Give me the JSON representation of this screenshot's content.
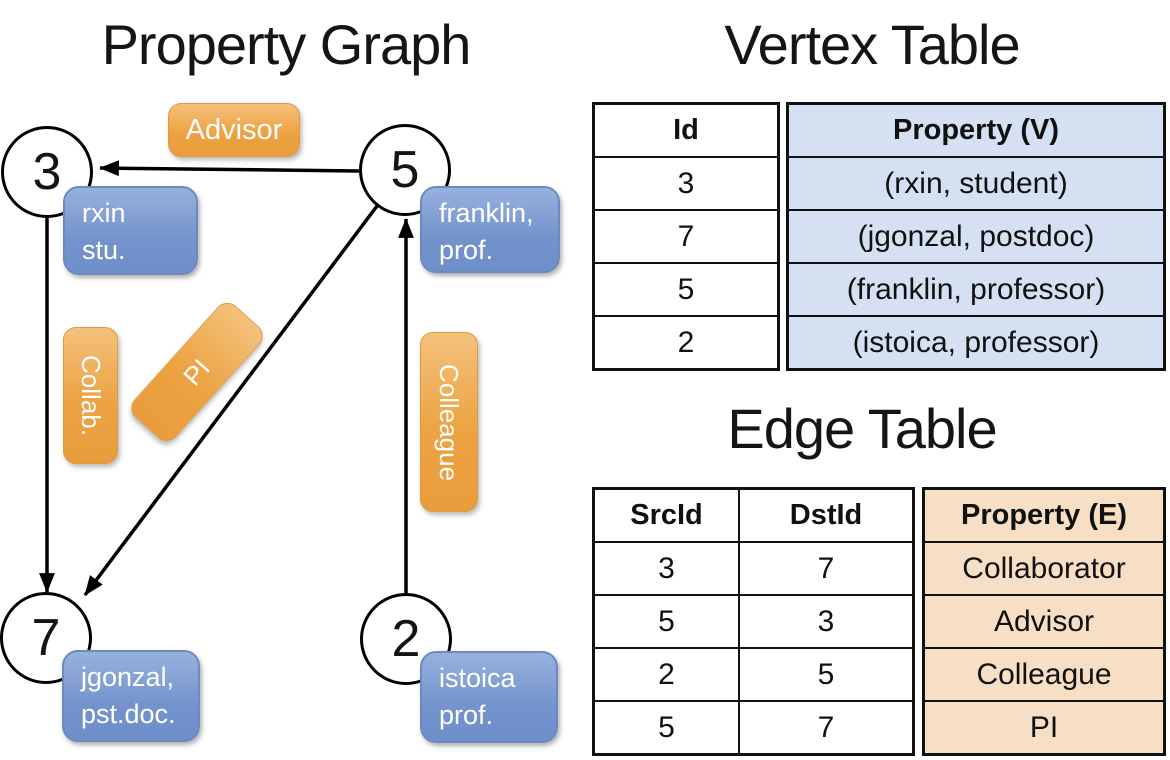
{
  "graph": {
    "title": "Property Graph",
    "nodes": [
      {
        "id": "3",
        "line1": "rxin",
        "line2": "stu."
      },
      {
        "id": "5",
        "line1": "franklin,",
        "line2": "prof."
      },
      {
        "id": "7",
        "line1": "jgonzal,",
        "line2": "pst.doc."
      },
      {
        "id": "2",
        "line1": "istoica",
        "line2": "prof."
      }
    ],
    "edges": [
      {
        "src": "5",
        "dst": "3",
        "label": "Advisor"
      },
      {
        "src": "3",
        "dst": "7",
        "label": "Collab."
      },
      {
        "src": "5",
        "dst": "7",
        "label": "PI"
      },
      {
        "src": "2",
        "dst": "5",
        "label": "Colleague"
      }
    ]
  },
  "vertex_table": {
    "title": "Vertex Table",
    "columns": [
      "Id",
      "Property (V)"
    ],
    "rows": [
      [
        "3",
        "(rxin, student)"
      ],
      [
        "7",
        "(jgonzal, postdoc)"
      ],
      [
        "5",
        "(franklin, professor)"
      ],
      [
        "2",
        "(istoica, professor)"
      ]
    ]
  },
  "edge_table": {
    "title": "Edge Table",
    "columns": [
      "SrcId",
      "DstId",
      "Property (E)"
    ],
    "rows": [
      [
        "3",
        "7",
        "Collaborator"
      ],
      [
        "5",
        "3",
        "Advisor"
      ],
      [
        "2",
        "5",
        "Colleague"
      ],
      [
        "5",
        "7",
        "PI"
      ]
    ]
  },
  "colors": {
    "vertex_cell_fill": "#d5e0f2",
    "edge_cell_fill": "#f6dfc5",
    "vertex_property_box": "#7c9ad3",
    "edge_property_box": "#eda747"
  }
}
